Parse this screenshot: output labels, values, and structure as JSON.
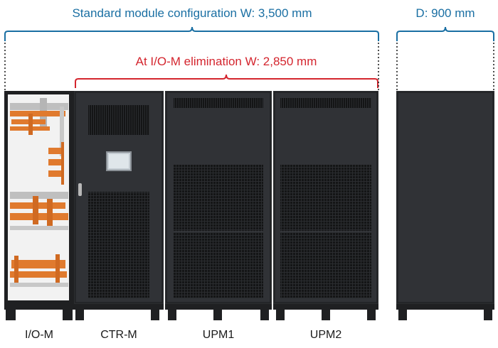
{
  "dimensions": {
    "standard_width": "Standard module configuration W: 3,500 mm",
    "eliminated_width": "At I/O-M elimination W: 2,850 mm",
    "depth": "D: 900 mm"
  },
  "modules": [
    {
      "label": "I/O-M"
    },
    {
      "label": "CTR-M"
    },
    {
      "label": "UPM1"
    },
    {
      "label": "UPM2"
    }
  ],
  "colors": {
    "blue_bracket": "#1a6fa3",
    "red_bracket": "#d4252e",
    "cabinet": "#2b2d30",
    "busbar": "#e07a2e"
  }
}
